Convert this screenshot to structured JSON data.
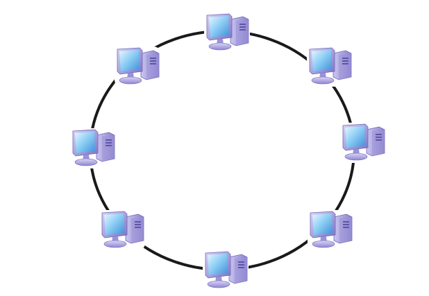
{
  "diagram": {
    "type": "ring-network-topology",
    "link_color": "#1a1a1a",
    "node_icon": "desktop-computer-icon",
    "node_count": 8,
    "nodes": [
      {
        "id": "computer-top"
      },
      {
        "id": "computer-top-right"
      },
      {
        "id": "computer-right"
      },
      {
        "id": "computer-bottom-right"
      },
      {
        "id": "computer-bottom"
      },
      {
        "id": "computer-bottom-left"
      },
      {
        "id": "computer-left"
      },
      {
        "id": "computer-top-left"
      }
    ],
    "colors": {
      "screen": "#7fc4f0",
      "monitor_frame": "#9b93d6",
      "tower": "#a39bd9",
      "shadow": "#6f66b8"
    }
  }
}
